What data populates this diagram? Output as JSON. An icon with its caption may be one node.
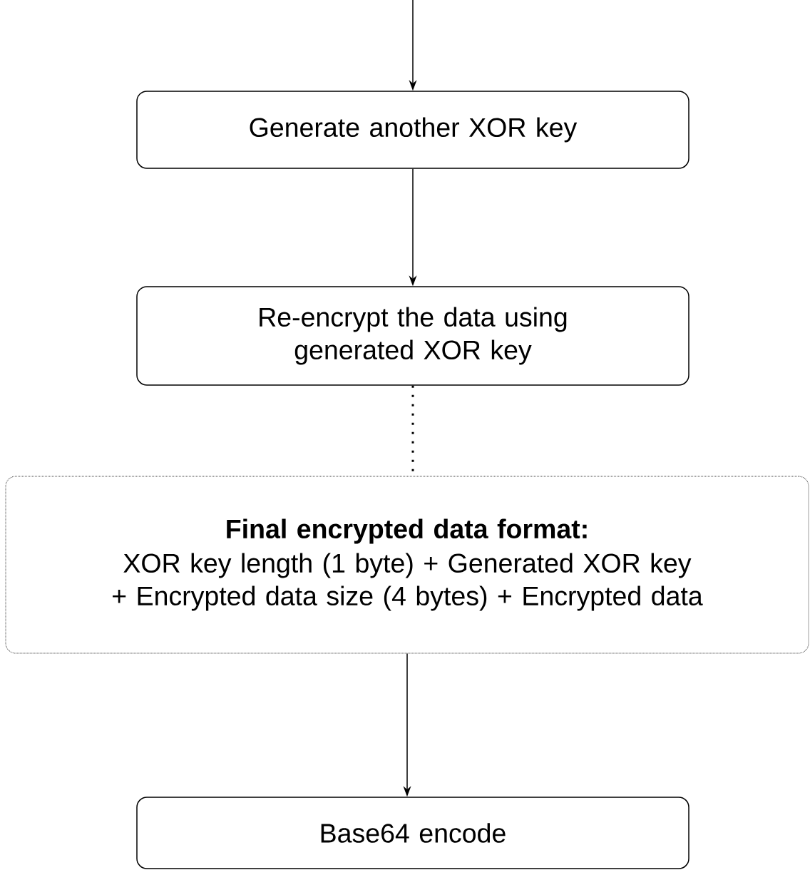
{
  "diagram": {
    "nodes": [
      {
        "text": [
          "Generate another XOR key"
        ]
      },
      {
        "text": [
          "Re-encrypt the data using generated XOR key"
        ]
      },
      {
        "text": [
          "Final encrypted data format:",
          "XOR key length (1 byte) + Generated XOR key + Encrypted data size (4 bytes) + Encrypted data"
        ]
      },
      {
        "text": [
          "Base64 encode"
        ]
      }
    ],
    "edges": [
      {
        "from": null,
        "to": 0,
        "arrow": "to"
      },
      {
        "from": 0,
        "to": 1,
        "arrow": "to"
      },
      {
        "from": 1,
        "to": 2,
        "arrow": "none",
        "style": "dashed"
      },
      {
        "from": 2,
        "to": 3,
        "arrow": "to"
      }
    ]
  }
}
